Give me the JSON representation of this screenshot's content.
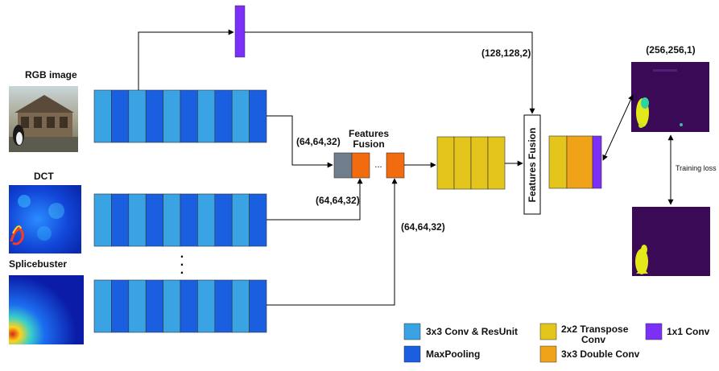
{
  "inputs": {
    "rgb_label": "RGB image",
    "dct_label": "DCT",
    "splice_label": "Splicebuster"
  },
  "dims": {
    "rgb_branch": "(64,64,32)",
    "dct_branch": "(64,64,32)",
    "splice_branch": "(64,64,32)",
    "skip": "(128,128,2)",
    "output": "(256,256,1)"
  },
  "fusion1": {
    "line1": "Features",
    "line2": "Fusion",
    "ellipsis": "..."
  },
  "fusion2": {
    "label": "Features Fusion"
  },
  "vertical_ellipsis": ".",
  "training_loss": "Training loss",
  "legend": {
    "conv_resunit": "3x3 Conv & ResUnit",
    "maxpool": "MaxPooling",
    "transpose_line1": "2x2 Transpose",
    "transpose_line2": "Conv",
    "double_conv": "3x3 Double Conv",
    "conv1x1": "1x1 Conv"
  },
  "colors": {
    "conv_resunit": "#3aa3e3",
    "maxpool": "#1a5fe0",
    "transpose": "#e3c51b",
    "double_conv": "#f0a318",
    "conv1x1": "#7b2ff7",
    "fusion_orange": "#f26b0f",
    "fusion_gray": "#6f7d8c"
  }
}
